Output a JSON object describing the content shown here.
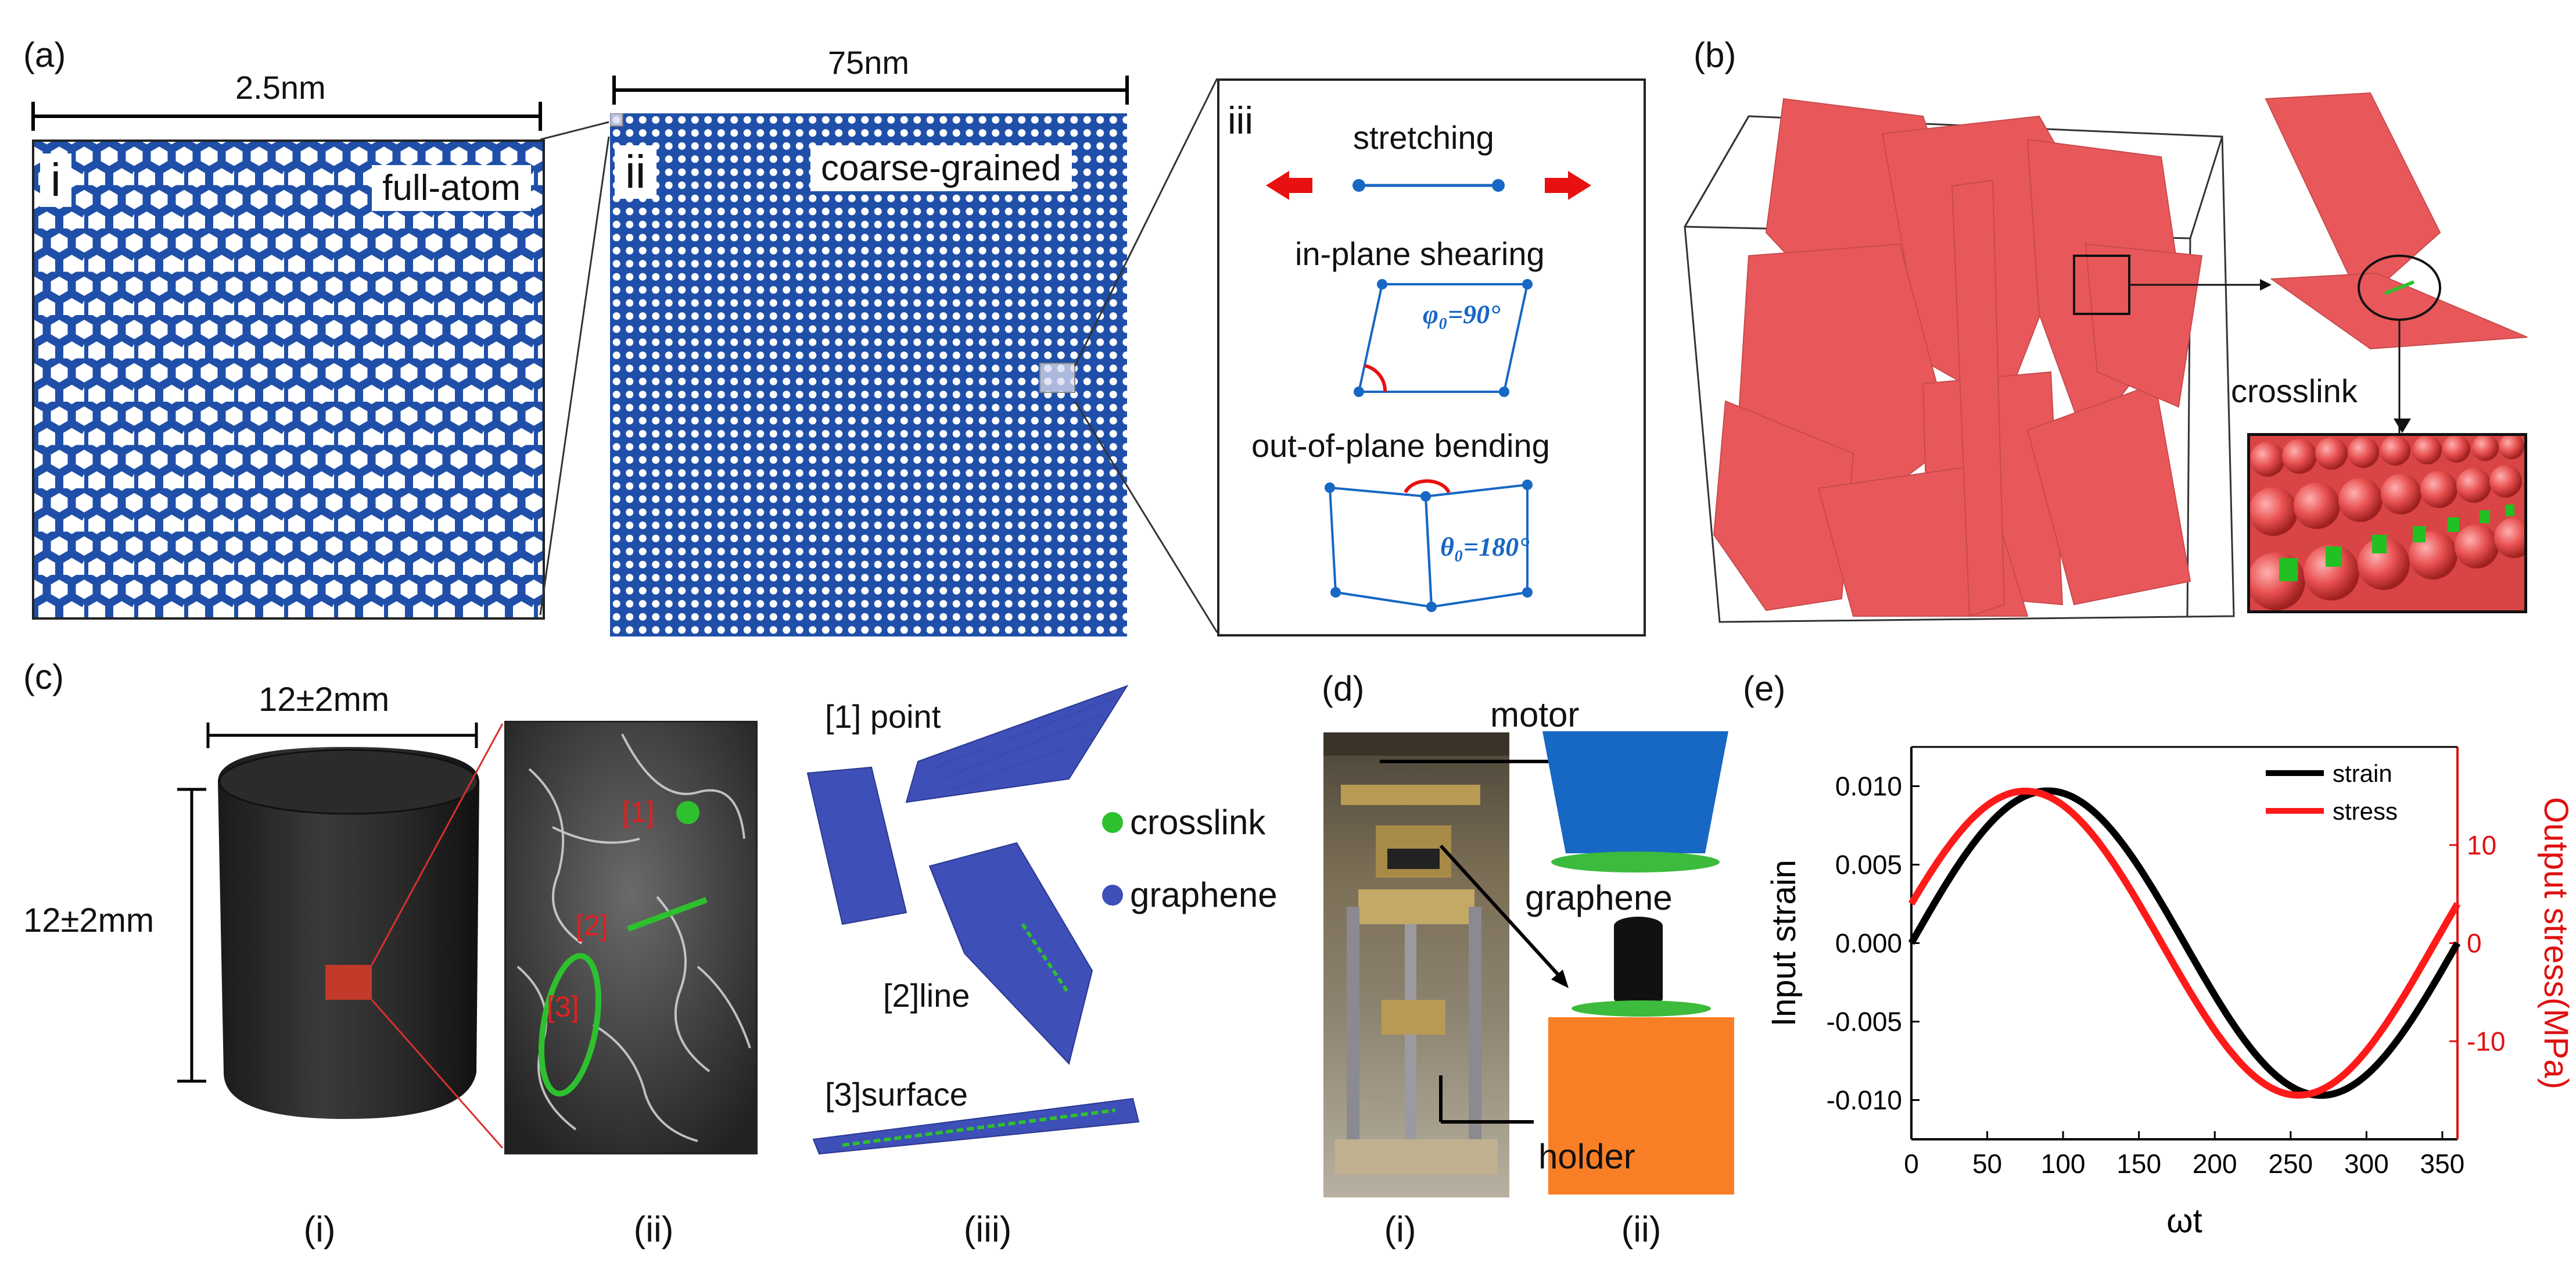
{
  "panels": {
    "a": {
      "label": "(a)",
      "scale_i": "2.5nm",
      "scale_ii": "75nm",
      "i_label": "i",
      "i_title": "full-atom",
      "ii_label": "ii",
      "ii_title": "coarse-grained",
      "iii_label": "iii",
      "stretching": "stretching",
      "in_plane": "in-plane shearing",
      "phi": "φ₀=90°",
      "out_of_plane": "out-of-plane bending",
      "theta": "θ₀=180°"
    },
    "b": {
      "label": "(b)",
      "crosslink": "crosslink"
    },
    "c": {
      "label": "(c)",
      "width": "12±2mm",
      "height": "12±2mm",
      "m1": "[1]",
      "m2": "[2]",
      "m3": "[3]",
      "point": "[1] point",
      "line": "[2]line",
      "surface": "[3]surface",
      "legend_crosslink": "crosslink",
      "legend_graphene": "graphene",
      "sub_i": "(i)",
      "sub_ii": "(ii)",
      "sub_iii": "(iii)"
    },
    "d": {
      "label": "(d)",
      "motor": "motor",
      "graphene": "graphene",
      "holder": "holder",
      "sub_i": "(i)",
      "sub_ii": "(ii)"
    },
    "e": {
      "label": "(e)"
    }
  },
  "colors": {
    "blue_atom": "#1f4fa8",
    "red_atom": "#e8585a",
    "green": "#2ec02e",
    "strain": "#000000",
    "stress": "#ff1a1a",
    "motor": "#1767c4",
    "holder": "#f97f26"
  },
  "chart_data": {
    "type": "line",
    "xlabel": "ωt",
    "ylabel": "Input strain",
    "y2label": "Output stress(MPa)",
    "xlim": [
      0,
      360
    ],
    "ylim": [
      -0.0125,
      0.0125
    ],
    "y2lim": [
      -20,
      20
    ],
    "xticks": [
      "0",
      "50",
      "100",
      "150",
      "200",
      "250",
      "300",
      "350"
    ],
    "yticks": [
      "-0.010",
      "-0.005",
      "0.000",
      "0.005",
      "0.010"
    ],
    "y2ticks": [
      "-10",
      "0",
      "10"
    ],
    "legend_position": "top-right",
    "series": [
      {
        "name": "strain",
        "axis": "left",
        "amplitude": 0.0097,
        "phase_deg": 0,
        "offset": 0
      },
      {
        "name": "stress",
        "axis": "right",
        "amplitude": 15.5,
        "phase_deg": 15,
        "offset": 0
      }
    ]
  }
}
